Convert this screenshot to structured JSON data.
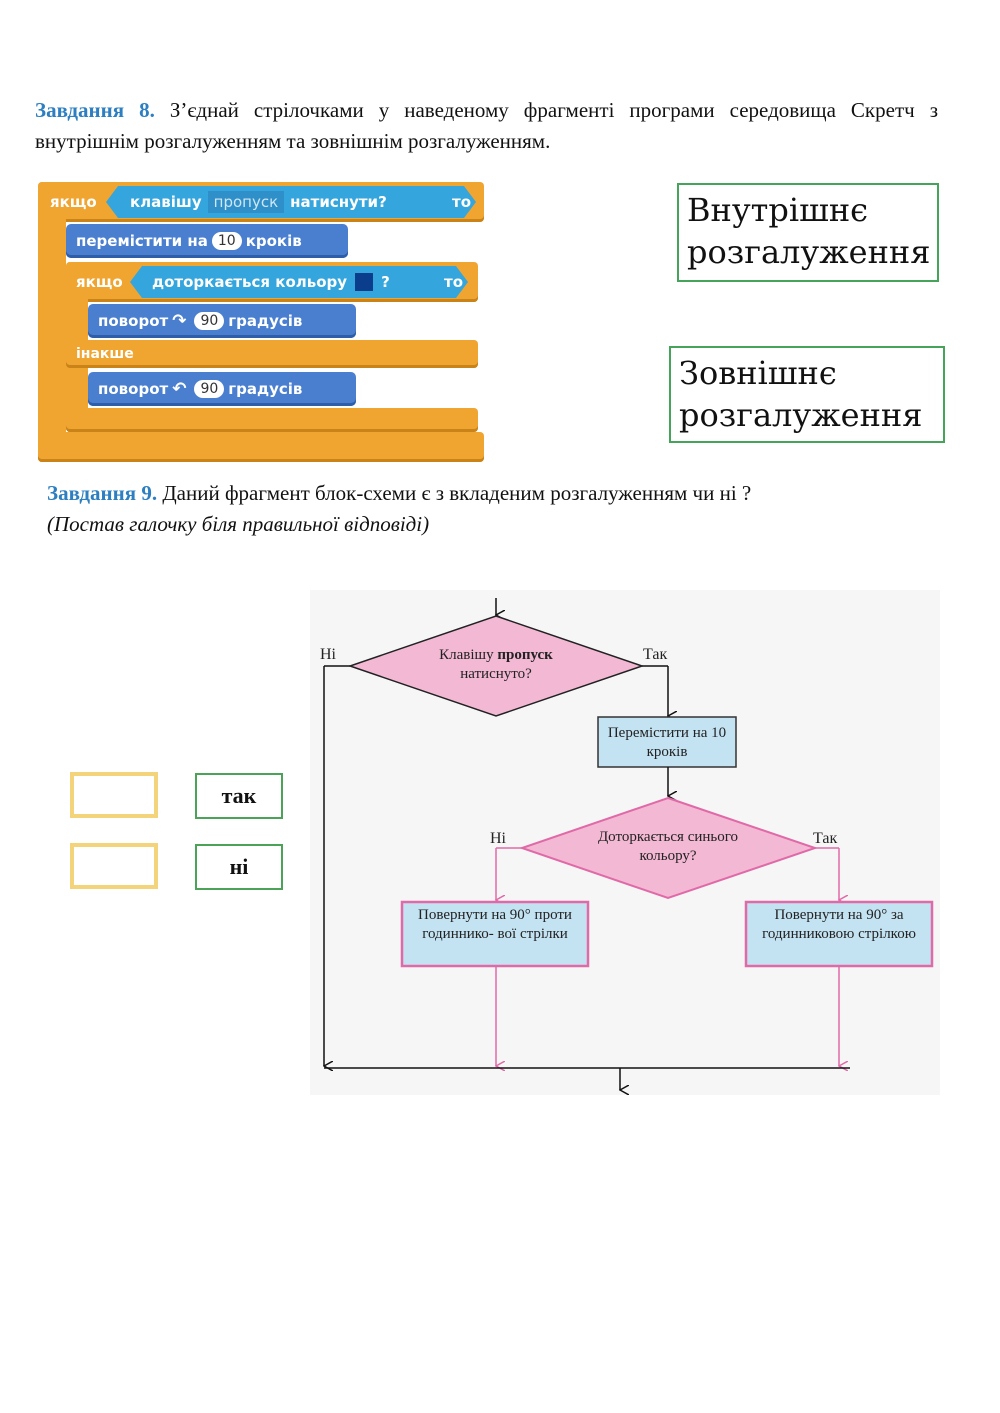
{
  "task8": {
    "number": "Завдання 8.",
    "text": "З’єднай стрілочками у наведеному фрагменті програми середовища Скретч з внутрішнім розгалуженням та зовнішнім розгалуженням."
  },
  "scratch": {
    "if1": "якщо",
    "key_block": "клавішу",
    "key_value": "пропуск",
    "pressed": "натиснути?",
    "then1": "то",
    "move_a": "перемістити на",
    "move_value": "10",
    "move_b": "кроків",
    "if2": "якщо",
    "touch": "доторкається кольору",
    "q": "?",
    "then2": "то",
    "turn1_a": "поворот",
    "turn1_value": "90",
    "turn1_b": "градусів",
    "else": "інакше",
    "turn2_a": "поворот",
    "turn2_value": "90",
    "turn2_b": "градусів"
  },
  "match": {
    "inner": "Внутрішнє розгалуження",
    "outer": "Зовнішнє розгалуження"
  },
  "task9": {
    "number": "Завдання 9.",
    "text": "Даний фрагмент блок-схеми є з вкладеним розгалуженням чи ні ?",
    "note": "(Постав галочку біля правильної відповіді)"
  },
  "answers": {
    "yes": "так",
    "no": "ні"
  },
  "flowchart": {
    "cond1_a": "Клавішу",
    "cond1_b": "пропуск",
    "cond1_c": "натиснуто?",
    "no1": "Ні",
    "yes1": "Так",
    "move": "Перемістити на 10 кроків",
    "cond2": "Доторкається синього кольору?",
    "no2": "Ні",
    "yes2": "Так",
    "left_turn": "Повернути на 90° проти годиннико- вої стрілки",
    "right_turn": "Повернути на 90° за годинниковою стрілкою"
  }
}
